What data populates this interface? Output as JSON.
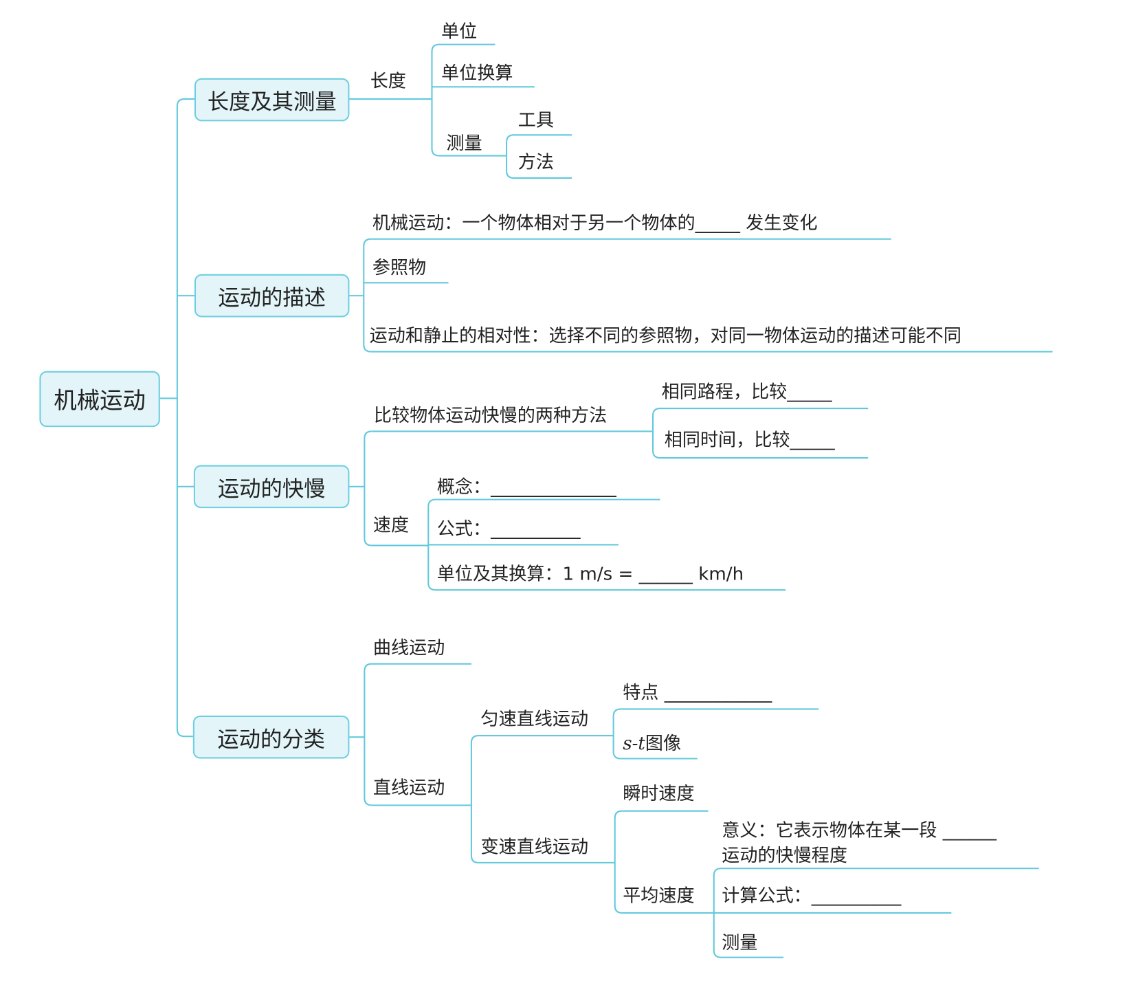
{
  "root": "机械运动",
  "branches": {
    "length": {
      "title": "长度及其测量",
      "sub": "长度",
      "unit": "单位",
      "conversion": "单位换算",
      "measure": "测量",
      "tool": "工具",
      "method": "方法"
    },
    "description": {
      "title": "运动的描述",
      "definition": "机械运动：一个物体相对于另一个物体的_____ 发生变化",
      "reference": "参照物",
      "relativity": "运动和静止的相对性：选择不同的参照物，对同一物体运动的描述可能不同"
    },
    "speed": {
      "title": "运动的快慢",
      "compare": "比较物体运动快慢的两种方法",
      "same_distance": "相同路程，比较_____",
      "same_time": "相同时间，比较_____",
      "velocity": "速度",
      "concept": "概念：______________",
      "formula": "公式：__________",
      "unit": "单位及其换算：1  m/s = ______ km/h"
    },
    "classification": {
      "title": "运动的分类",
      "curve": "曲线运动",
      "straight": "直线运动",
      "uniform": "匀速直线运动",
      "feature": "特点 ____________",
      "st_var": "s-t",
      "st_graph": "图像",
      "variable": "变速直线运动",
      "instant": "瞬时速度",
      "average": "平均速度",
      "meaning_1": "意义：它表示物体在某一段 ______",
      "meaning_2": "运动的快慢程度",
      "calc": "计算公式：__________",
      "measure": "测量"
    }
  },
  "colors": {
    "line": "#62c9dc",
    "box_fill": "#e3f5f9",
    "box_border": "#6fcfe0"
  }
}
